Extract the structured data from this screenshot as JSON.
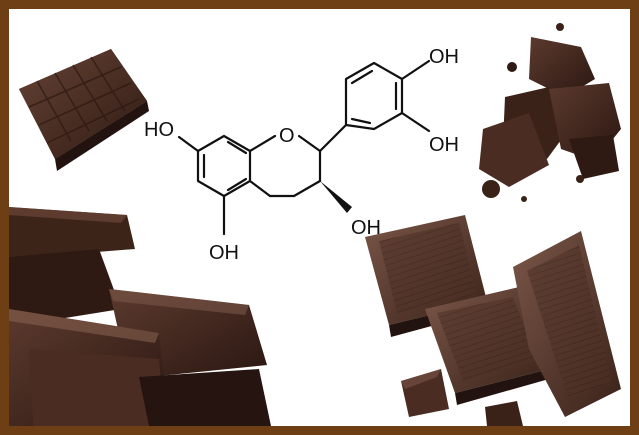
{
  "molecule": {
    "labels": {
      "ho_left": "HO",
      "oh_top_right": "OH",
      "oh_mid_right": "OH",
      "ring_oxygen": "O",
      "oh_bottom": "OH",
      "oh_center": "OH"
    }
  },
  "colors": {
    "frame": "#6e3f14",
    "chocolate_dark": "#2e1a12",
    "chocolate_mid": "#4a2c22",
    "chocolate_light": "#6b4638",
    "background": "#ffffff"
  }
}
